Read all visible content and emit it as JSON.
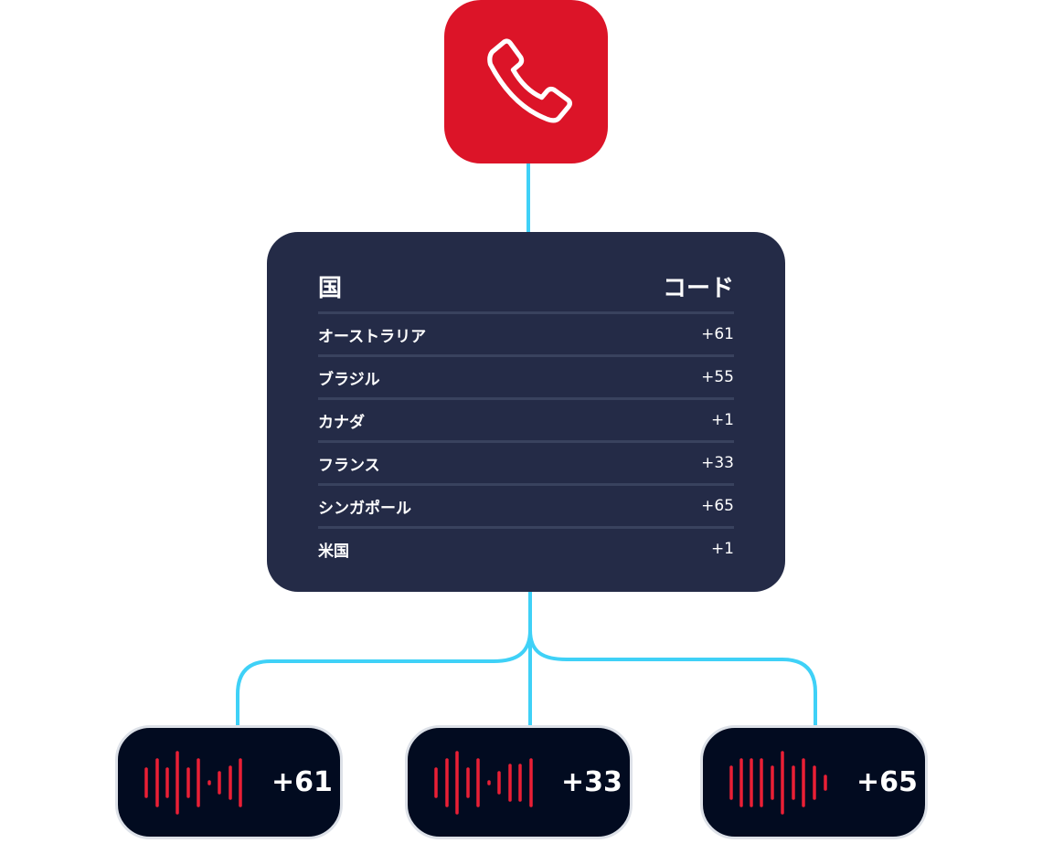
{
  "colors": {
    "phone_tile": "#dc1428",
    "table_bg": "#242b47",
    "divider": "#39425e",
    "connector": "#3fd1f7",
    "pill_bg": "#020b20",
    "pill_border": "#dde1e8",
    "waveform": "#ea1f35"
  },
  "phone": {
    "icon": "phone-icon"
  },
  "table": {
    "headers": {
      "country": "国",
      "code": "コード"
    },
    "rows": [
      {
        "country": "オーストラリア",
        "code": "+61"
      },
      {
        "country": "ブラジル",
        "code": "+55"
      },
      {
        "country": "カナダ",
        "code": "+1"
      },
      {
        "country": "フランス",
        "code": "+33"
      },
      {
        "country": "シンガポール",
        "code": "+65"
      },
      {
        "country": "米国",
        "code": "+1"
      }
    ]
  },
  "calls": [
    {
      "icon": "waveform-icon",
      "code": "+61"
    },
    {
      "icon": "waveform-icon",
      "code": "+33"
    },
    {
      "icon": "waveform-icon",
      "code": "+65"
    }
  ]
}
